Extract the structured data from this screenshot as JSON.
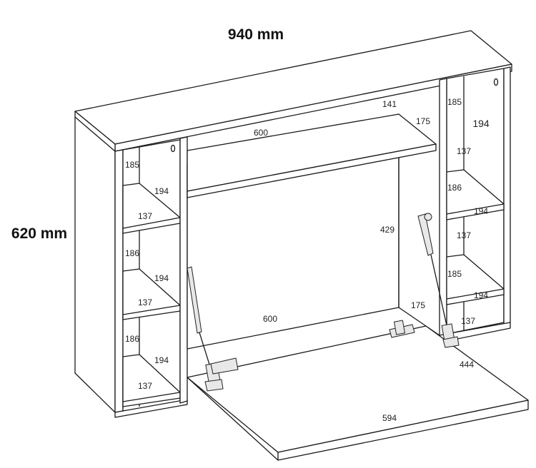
{
  "overall": {
    "width_label": "940 mm",
    "height_label": "620 mm"
  },
  "left_column": {
    "labels": [
      "185",
      "194",
      "137",
      "186",
      "194",
      "137",
      "186",
      "194",
      "137"
    ]
  },
  "middle": {
    "top_shelf_width": "600",
    "top_shelf_height": "141",
    "top_shelf_depth": "175",
    "opening_height": "429",
    "bottom_width": "600",
    "bottom_depth": "175",
    "flap_depth": "444",
    "flap_width": "594"
  },
  "right_column": {
    "labels": [
      "185",
      "194",
      "137",
      "186",
      "194",
      "137",
      "185",
      "194",
      "137"
    ]
  },
  "colors": {
    "line": "#1a1a1a",
    "background": "#ffffff",
    "hardware": "#e8e8e8"
  }
}
